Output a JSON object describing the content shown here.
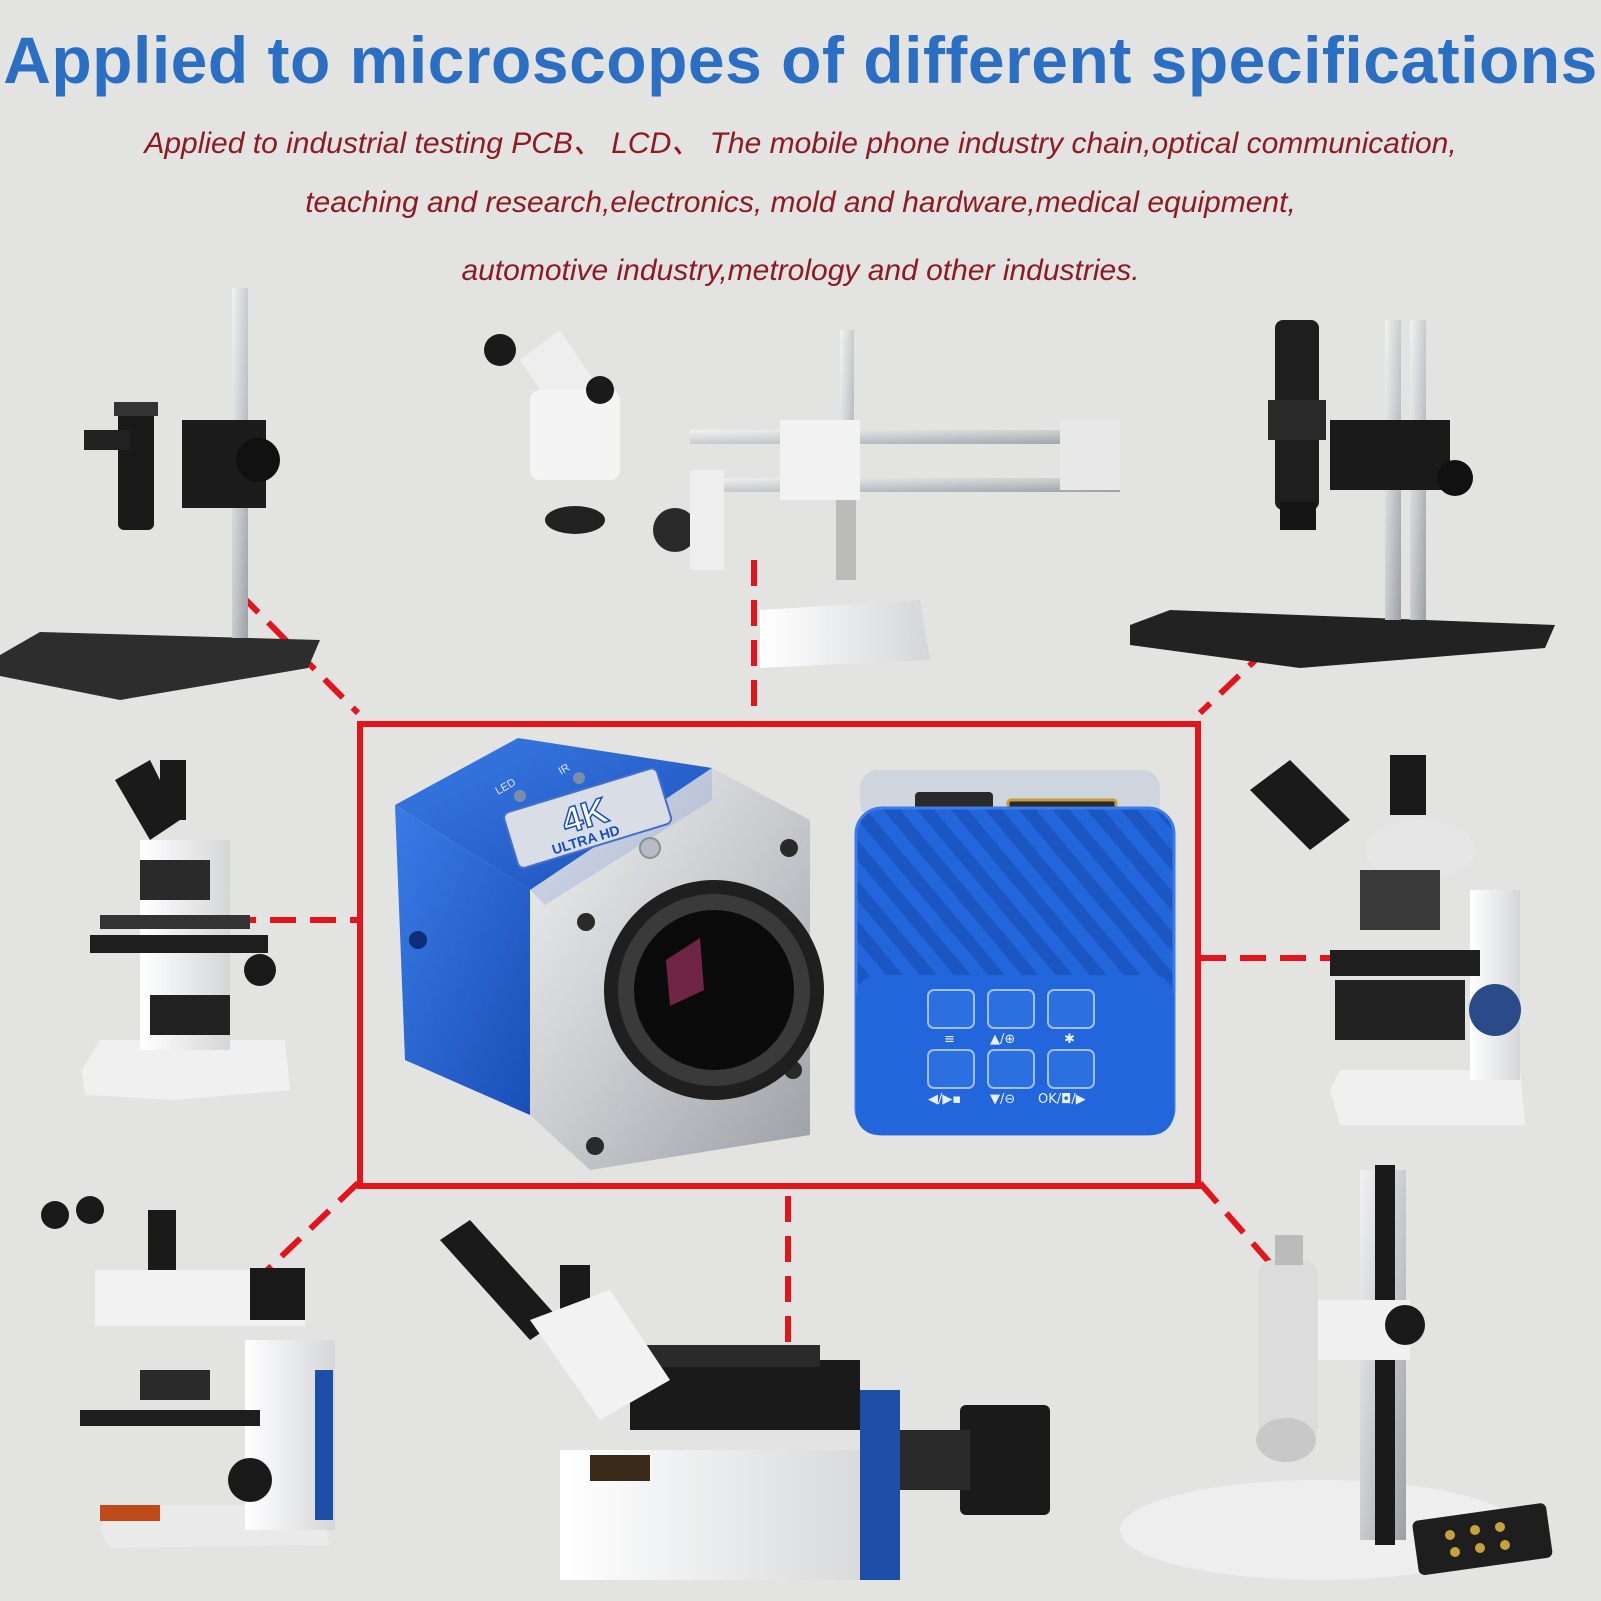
{
  "heading": {
    "title": "Applied to microscopes of different specifications",
    "lines": [
      "Applied to industrial testing PCB、 LCD、 The mobile phone industry chain,optical communication,",
      "teaching and research,electronics, mold and hardware,medical equipment,",
      "automotive industry,metrology and other industries."
    ]
  },
  "camera_left": {
    "led_label": "LED",
    "ir_label": "IR",
    "badge_big": "4K",
    "badge_small": "ULTRA HD"
  },
  "camera_right": {
    "button_labels": [
      "≡",
      "▲/⊕",
      "✱",
      "◀/▶▪",
      "▼/⊖",
      "OK/◘/▶"
    ]
  },
  "colors": {
    "title_blue": "#2a6fc4",
    "subtitle_red": "#8e1a22",
    "connector_red": "#e3141b",
    "camera_blue": "#1f5fd0",
    "background": "#e3e3e1"
  }
}
